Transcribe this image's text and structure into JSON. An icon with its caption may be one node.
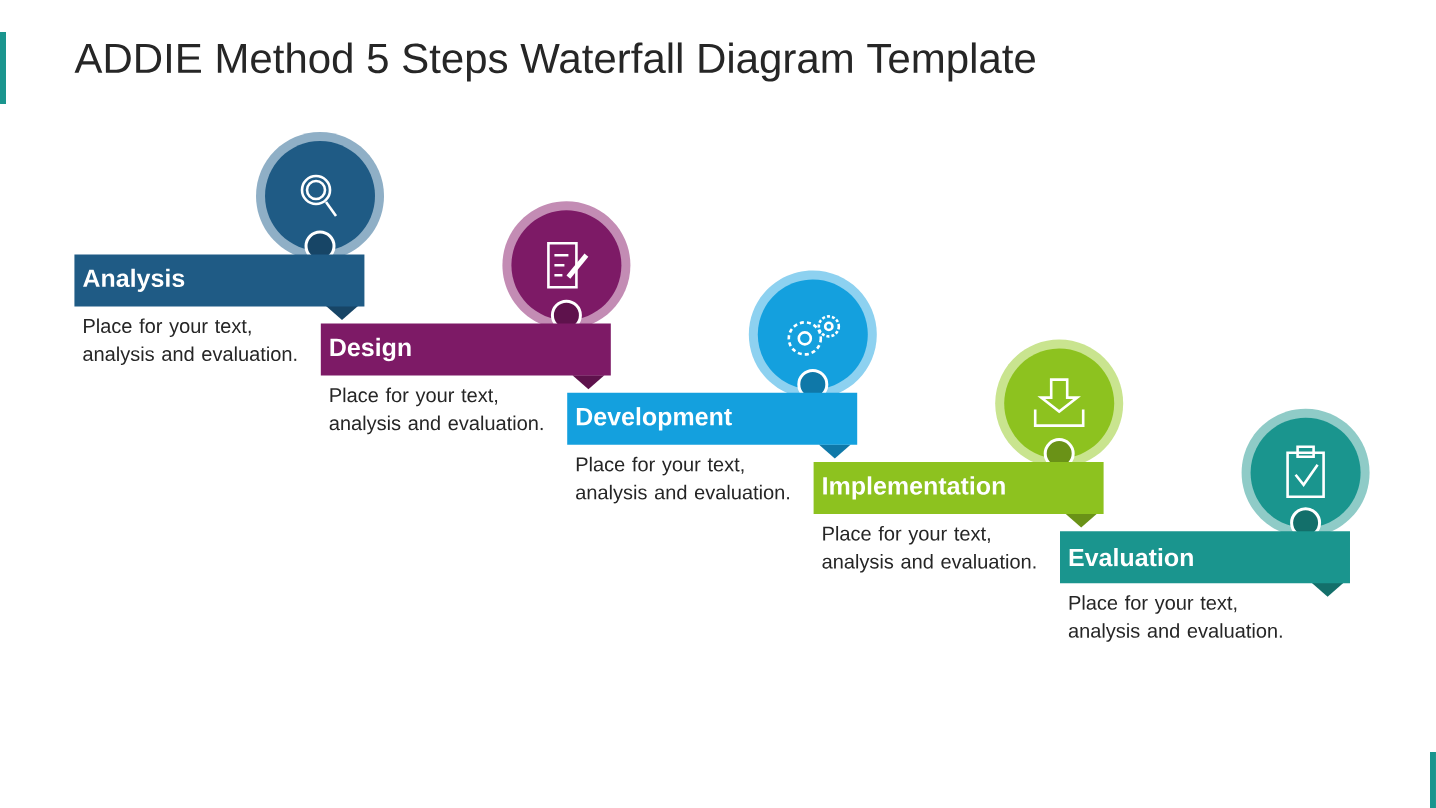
{
  "diagram": {
    "title": "ADDIE Method 5 Steps Waterfall Diagram Template",
    "nodes": [
      {
        "text": [
          "Analysis"
        ],
        "beside": [
          "Place for your text, analysis and evaluation."
        ]
      },
      {
        "text": [
          "Design"
        ],
        "beside": [
          "Place for your text, analysis and evaluation."
        ]
      },
      {
        "text": [
          "Development"
        ],
        "beside": [
          "Place for your text, analysis and evaluation."
        ]
      },
      {
        "text": [
          "Implementation"
        ],
        "beside": [
          "Place for your text, analysis and evaluation."
        ]
      },
      {
        "text": [
          "Evaluation"
        ],
        "beside": [
          "Place for your text, analysis and evaluation."
        ]
      }
    ]
  }
}
